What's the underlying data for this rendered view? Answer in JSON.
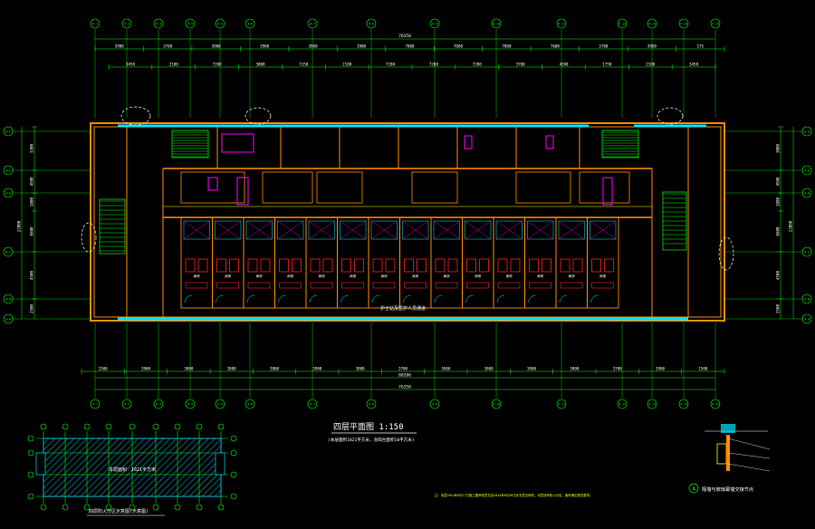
{
  "colors": {
    "background": "#000000",
    "dimension": "#00ff00",
    "wall": "#ff8c00",
    "glass": "#00e5ff",
    "furniture": "#ff2020",
    "door": "#ff00ff",
    "label": "#ffffff",
    "note": "#ffff00",
    "axis": "#00ff00",
    "hatch": "#00bcd4"
  },
  "axes": {
    "top": [
      "4-1",
      "4-2",
      "4-3",
      "4-4",
      "4-5",
      "4-6",
      "4-7",
      "4-8",
      "4-9",
      "4-10",
      "4-11",
      "4-12",
      "4-13",
      "4-14",
      "4-15"
    ],
    "bottom": [
      "4-1",
      "4-2",
      "4-3",
      "4-4",
      "4-5",
      "4-6",
      "4-7",
      "4-8",
      "4-9",
      "4-10",
      "4-11",
      "4-12",
      "4-13",
      "4-14",
      "4-15"
    ],
    "left": [
      "4-F",
      "4-E",
      "4-D",
      "4-C",
      "4-B",
      "4-A"
    ],
    "right": [
      "4-F",
      "4-E",
      "4-D",
      "4-C",
      "4-B",
      "4-A"
    ]
  },
  "dims": {
    "top_total": "76350",
    "top_row1": [
      "3900",
      "3700",
      "3900",
      "3900",
      "3900",
      "3900",
      "7800",
      "7800",
      "7800",
      "7600",
      "3700",
      "3900",
      "175"
    ],
    "top_row2": [
      "3450",
      "2100",
      "7200",
      "3800",
      "7150",
      "2100",
      "7200",
      "7200",
      "7200",
      "3700",
      "4200",
      "1750",
      "2100",
      "3450"
    ],
    "bottom_row1": [
      "1500",
      "3900",
      "3800",
      "3800",
      "3800",
      "3900",
      "3800",
      "3700",
      "3900",
      "3800",
      "3800",
      "3800",
      "3700",
      "3900",
      "1500"
    ],
    "bottom_mid": "80200",
    "bottom_total": "76350",
    "left": [
      "3300",
      "4500",
      "1800",
      "6600",
      "4500",
      "2500"
    ],
    "right": [
      "3000",
      "4500",
      "1800",
      "6600",
      "4500",
      "2500"
    ],
    "left_total": "22000",
    "right_total": "22000"
  },
  "rooms": [
    "病房",
    "病房",
    "病房",
    "病房",
    "病房",
    "病房",
    "病房",
    "病房",
    "病房",
    "病房",
    "病房",
    "病房",
    "病房",
    "病房"
  ],
  "main_title": "四层平面图 1:150",
  "main_subtitle": "(本层面积1821平方米，含阳台面积10平方米)",
  "corridor_label": "护士站及医护人员通道",
  "key_plan_title": "四层防火分区示意图(示意图)",
  "key_plan_area": "本层面积：1821平方米",
  "detail_title": "隔墙与玻璃幕墙交接节点",
  "detail_marker": "A",
  "note_text": "注：本层2014年6月17日施工图审查意见及2014年6月30日补充意见修改。本层设有防火分区，面积满足规范要求。"
}
